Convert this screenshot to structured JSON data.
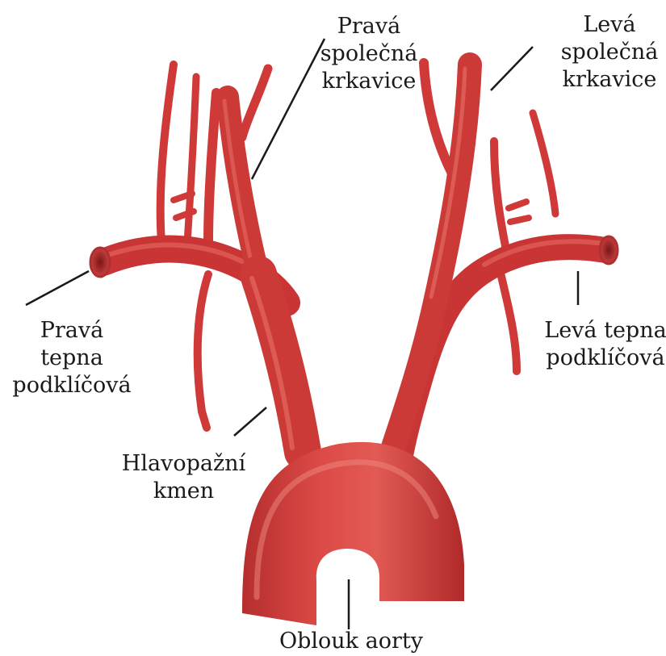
{
  "labels": {
    "right_common_carotid": [
      "Pravá",
      "společná",
      "krkavice"
    ],
    "left_common_carotid": [
      "Levá",
      "společná",
      "krkavice"
    ],
    "right_subclavian": [
      "Pravá",
      "tepna",
      "podklíčová"
    ],
    "left_subclavian": [
      "Levá tepna",
      "podklíčová"
    ],
    "brachiocephalic_trunk": [
      "Hlavopažní",
      "kmen"
    ],
    "aortic_arch": [
      "Oblouk aorty"
    ]
  },
  "colors": {
    "vessel": "#d43c3c",
    "vessel_dark": "#a82626",
    "vessel_light": "#ec7a72",
    "lumen": "#8e1e1e",
    "leader_line": "#1a1a1a"
  }
}
